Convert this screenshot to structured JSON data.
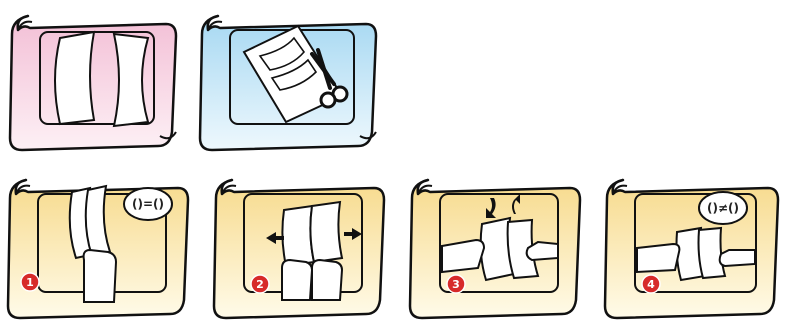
{
  "panels": [
    {
      "id": "panel-1",
      "theme": "pink",
      "step": null,
      "bubble": null
    },
    {
      "id": "panel-2",
      "theme": "blue",
      "step": null,
      "bubble": null
    },
    {
      "id": "panel-3",
      "theme": "yellow",
      "step": "1",
      "bubble": "()=()"
    },
    {
      "id": "panel-4",
      "theme": "yellow",
      "step": "2",
      "bubble": null
    },
    {
      "id": "panel-5",
      "theme": "yellow",
      "step": "3",
      "bubble": null
    },
    {
      "id": "panel-6",
      "theme": "yellow",
      "step": "4",
      "bubble": "()≠()"
    }
  ],
  "colors": {
    "pink_light": "#fbe3ee",
    "pink_dark": "#f0b8d0",
    "blue_light": "#dff1fb",
    "blue_dark": "#9fd5f0",
    "yellow_light": "#fff7d6",
    "yellow_dark": "#f6d98a",
    "badge": "#d72a2a",
    "outline": "#111111"
  },
  "icons": [
    "scroll-frame-icon",
    "paper-strip-icon",
    "scissors-icon",
    "hand-icon",
    "arrow-icon",
    "speech-bubble-icon",
    "step-badge-icon"
  ]
}
